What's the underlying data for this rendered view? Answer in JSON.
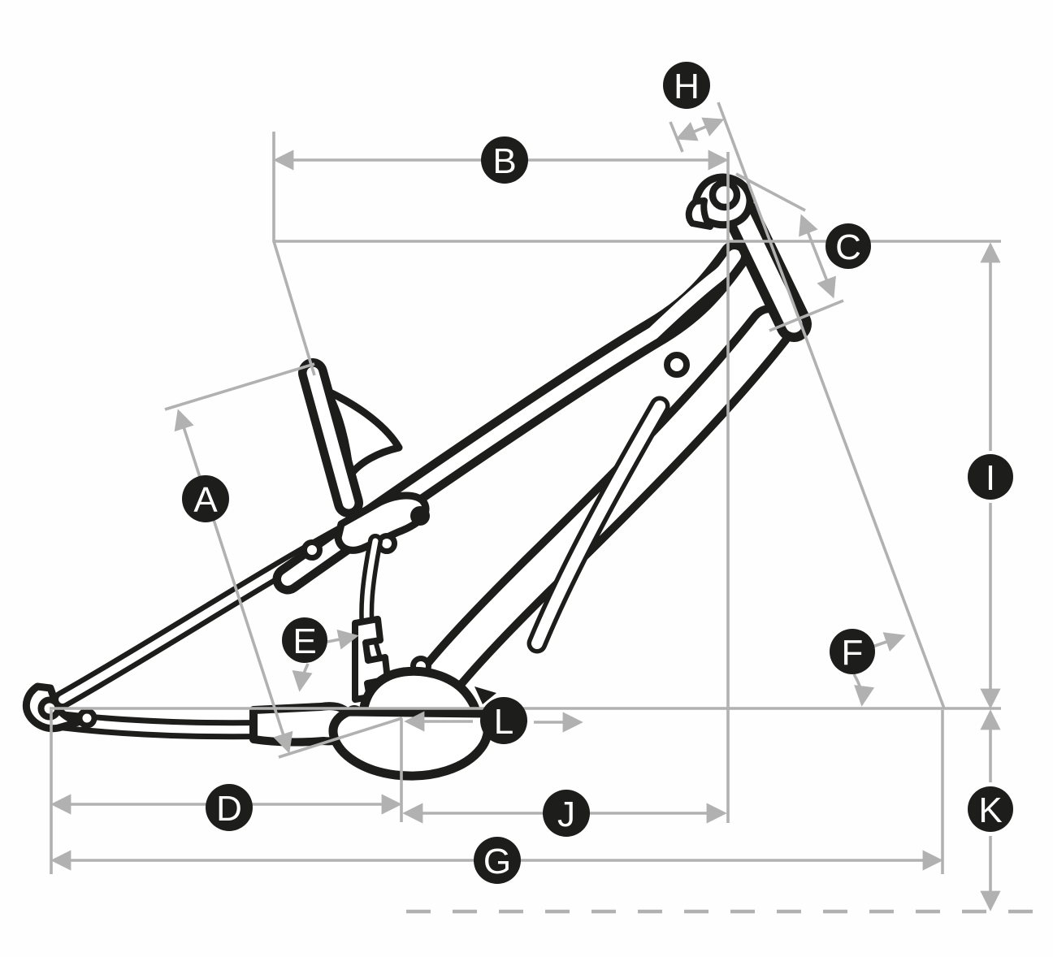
{
  "diagram": {
    "type": "bicycle-frame-geometry-diagram",
    "subject": "full-suspension e-bike frame line art with dimension lines",
    "labels": [
      "A",
      "B",
      "C",
      "D",
      "E",
      "F",
      "G",
      "H",
      "I",
      "J",
      "K",
      "L"
    ],
    "colors": {
      "background": "#fefefe",
      "frame_line_art": "#1d1d1b",
      "dimension_lines": "#b1b1b1",
      "badge_background": "#1d1d1b",
      "badge_text": "#ffffff"
    }
  }
}
